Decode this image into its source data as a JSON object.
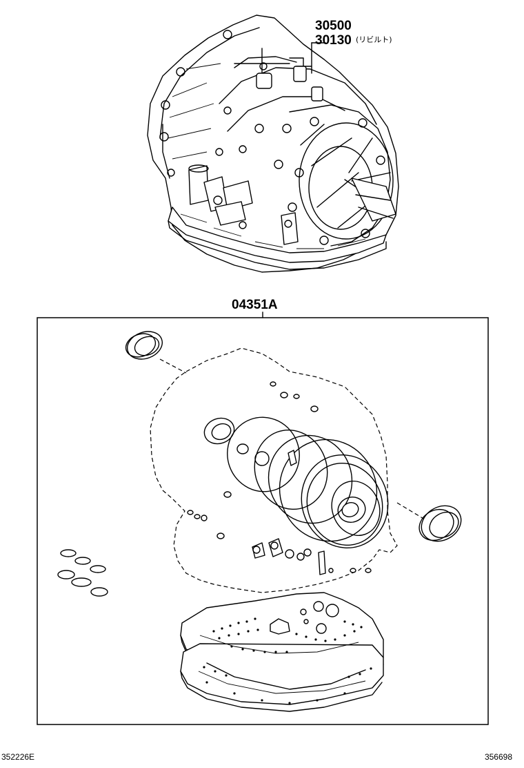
{
  "labels": {
    "transaxle_part_1": "30500",
    "transaxle_part_2": "30130",
    "rebuilt_note": "(リビルト)",
    "gasket_kit_part": "04351A"
  },
  "footer": {
    "left_code": "352226E",
    "right_code": "356698"
  }
}
